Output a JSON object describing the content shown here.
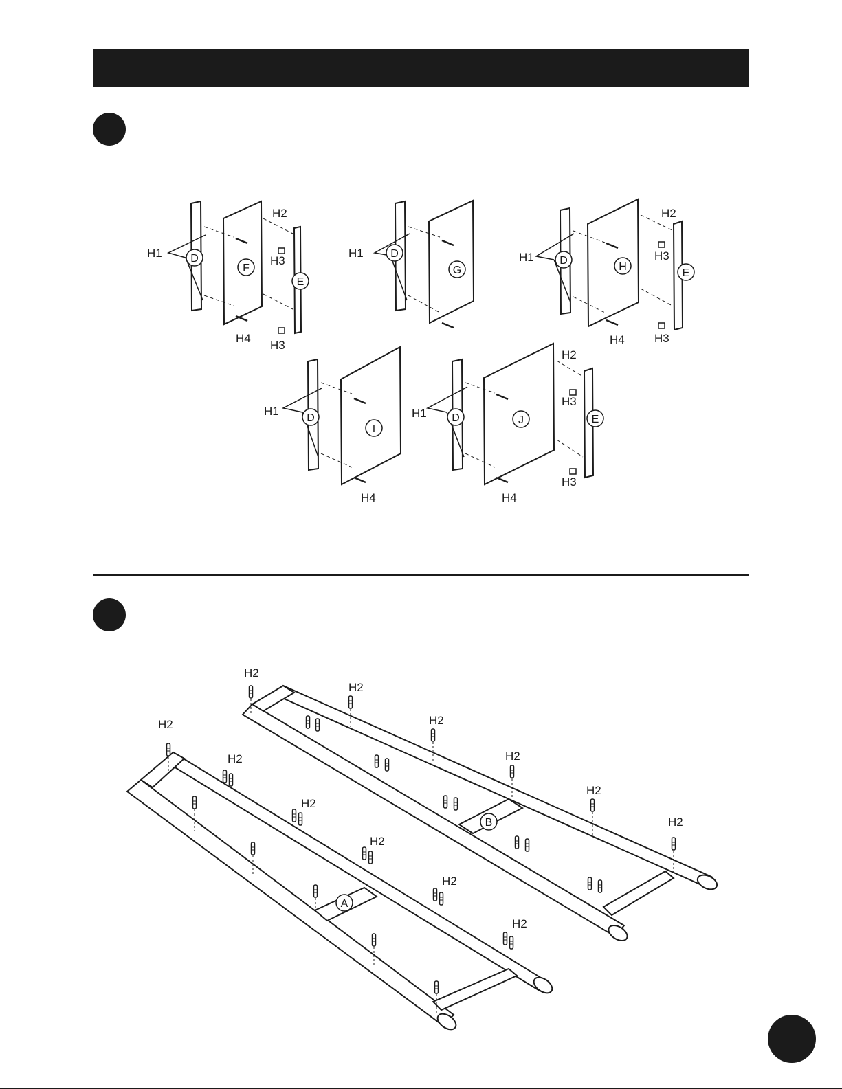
{
  "labels": {
    "h1": "H1",
    "h2": "H2",
    "h3": "H3",
    "h4": "H4",
    "d": "D",
    "e": "E",
    "f": "F",
    "g": "G",
    "h": "H",
    "i": "I",
    "j": "J",
    "a": "A",
    "b": "B"
  },
  "colors": {
    "ink": "#1b1b1b",
    "paper": "#ffffff"
  }
}
